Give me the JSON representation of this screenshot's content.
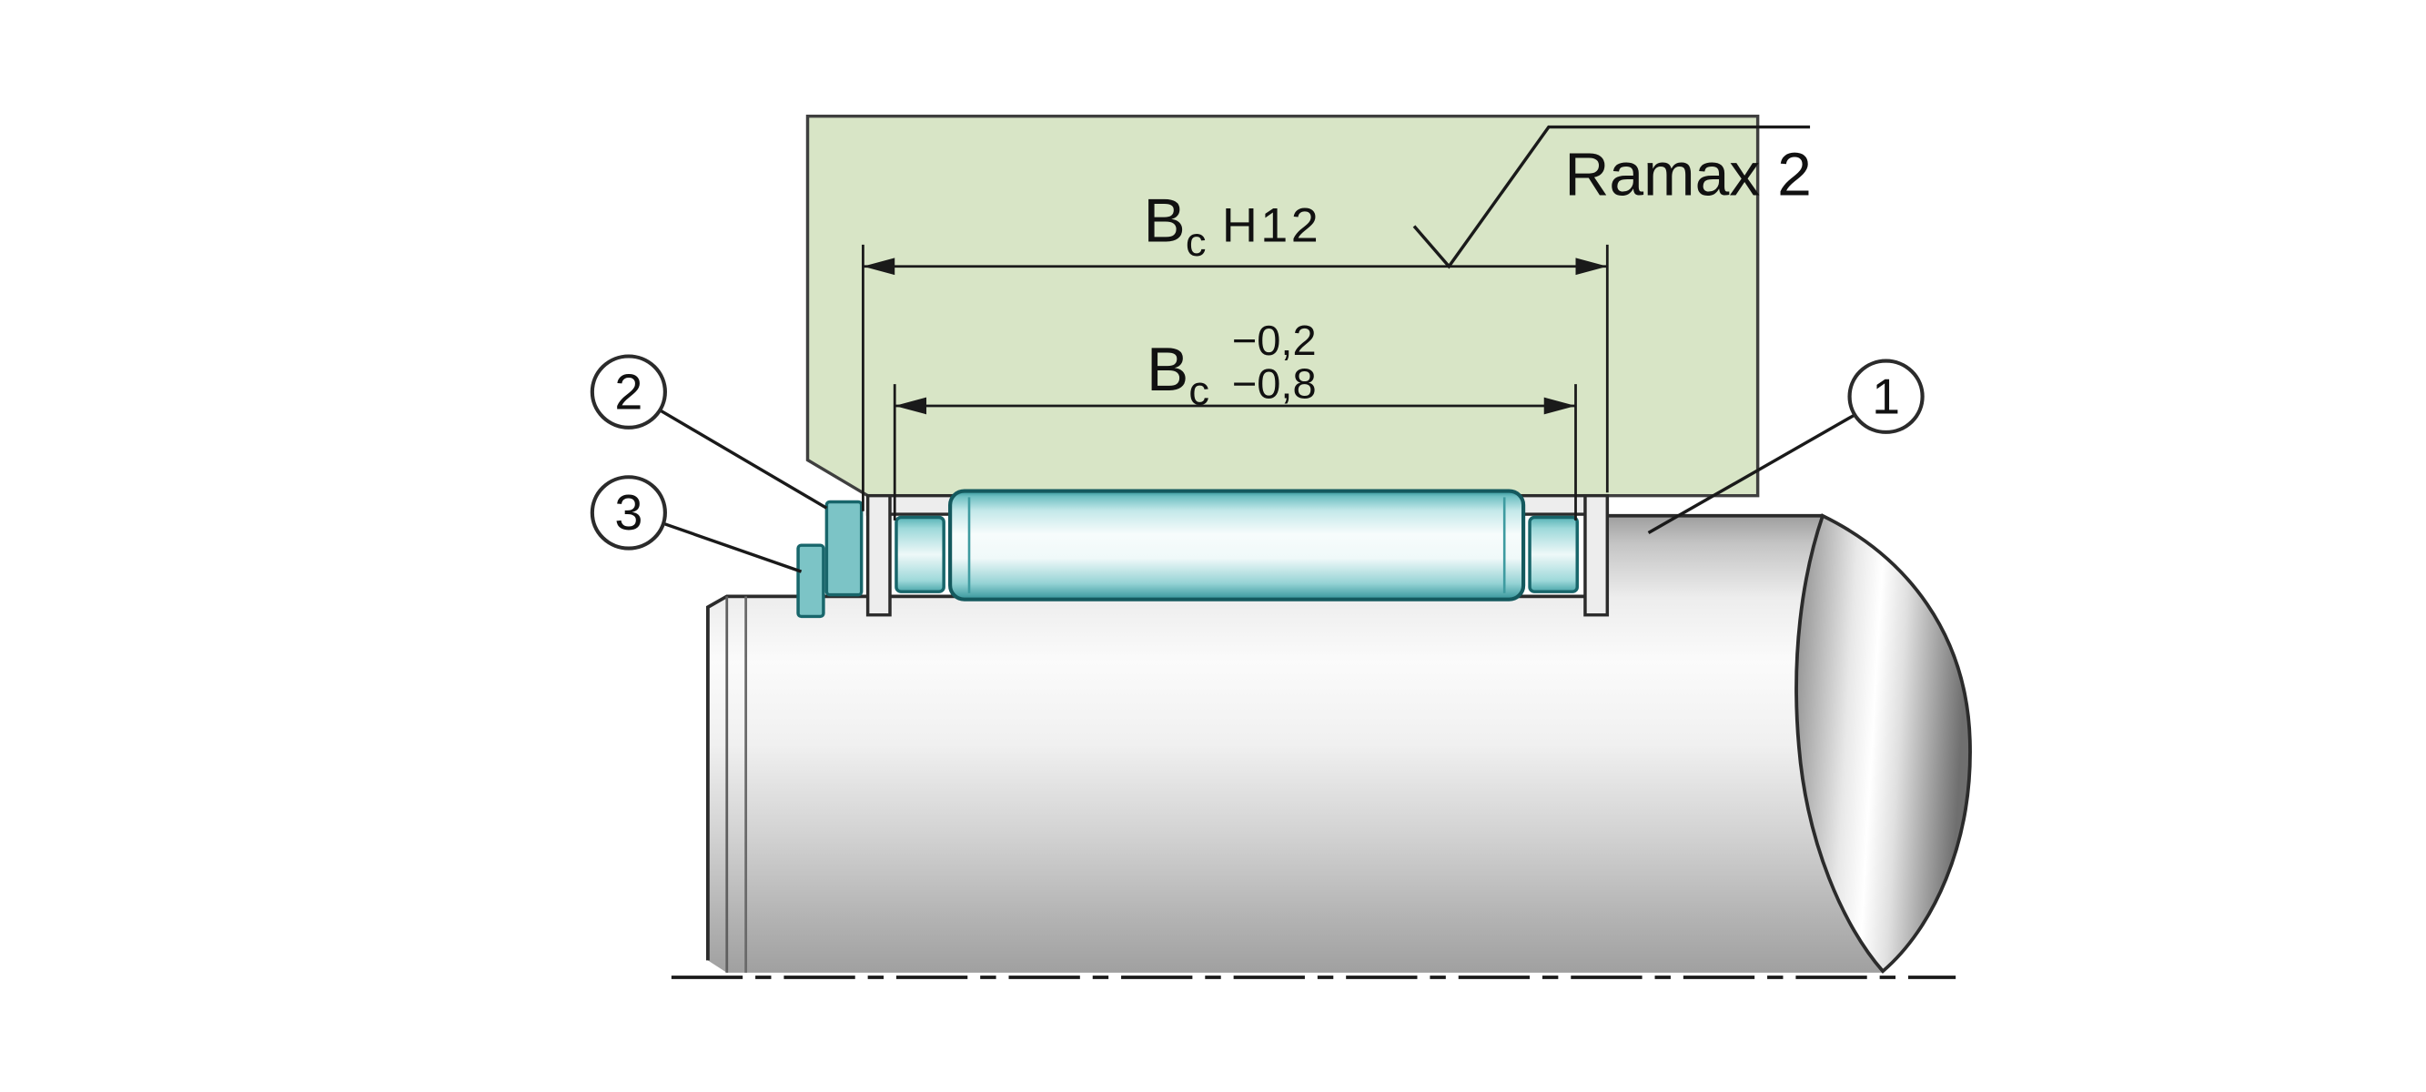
{
  "diagram": {
    "dim_outer": {
      "symbol": "B",
      "sub": "c",
      "fit": "H12"
    },
    "dim_inner": {
      "symbol": "B",
      "sub": "c",
      "tol_upper": "−0,2",
      "tol_lower": "−0,8"
    },
    "roughness": {
      "label": "Ramax 2"
    },
    "callouts": [
      {
        "number": "1"
      },
      {
        "number": "2"
      },
      {
        "number": "3"
      }
    ]
  },
  "colors": {
    "housing": "#d8e5c6",
    "part_teal": "#7cc4c6",
    "teal_outline": "#18666b",
    "line": "#1a1a1a"
  }
}
